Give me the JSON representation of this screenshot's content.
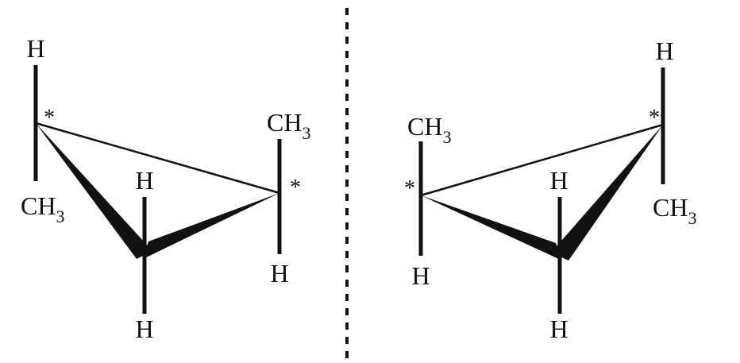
{
  "diagram": {
    "molecules": [
      {
        "atoms": {
          "topLeft": "H",
          "leftMethylBase": "CH",
          "leftMethylSub": "3",
          "middleUp": "H",
          "middleDown": "H",
          "rightMethylBase": "CH",
          "rightMethylSub": "3",
          "rightDown": "H"
        },
        "stereo_marks": [
          "*",
          "*"
        ]
      },
      {
        "atoms": {
          "topRight": "H",
          "rightMethylBase": "CH",
          "rightMethylSub": "3",
          "middleUp": "H",
          "middleDown": "H",
          "leftMethylBase": "CH",
          "leftMethylSub": "3",
          "leftDown": "H"
        },
        "stereo_marks": [
          "*",
          "*"
        ]
      }
    ]
  }
}
